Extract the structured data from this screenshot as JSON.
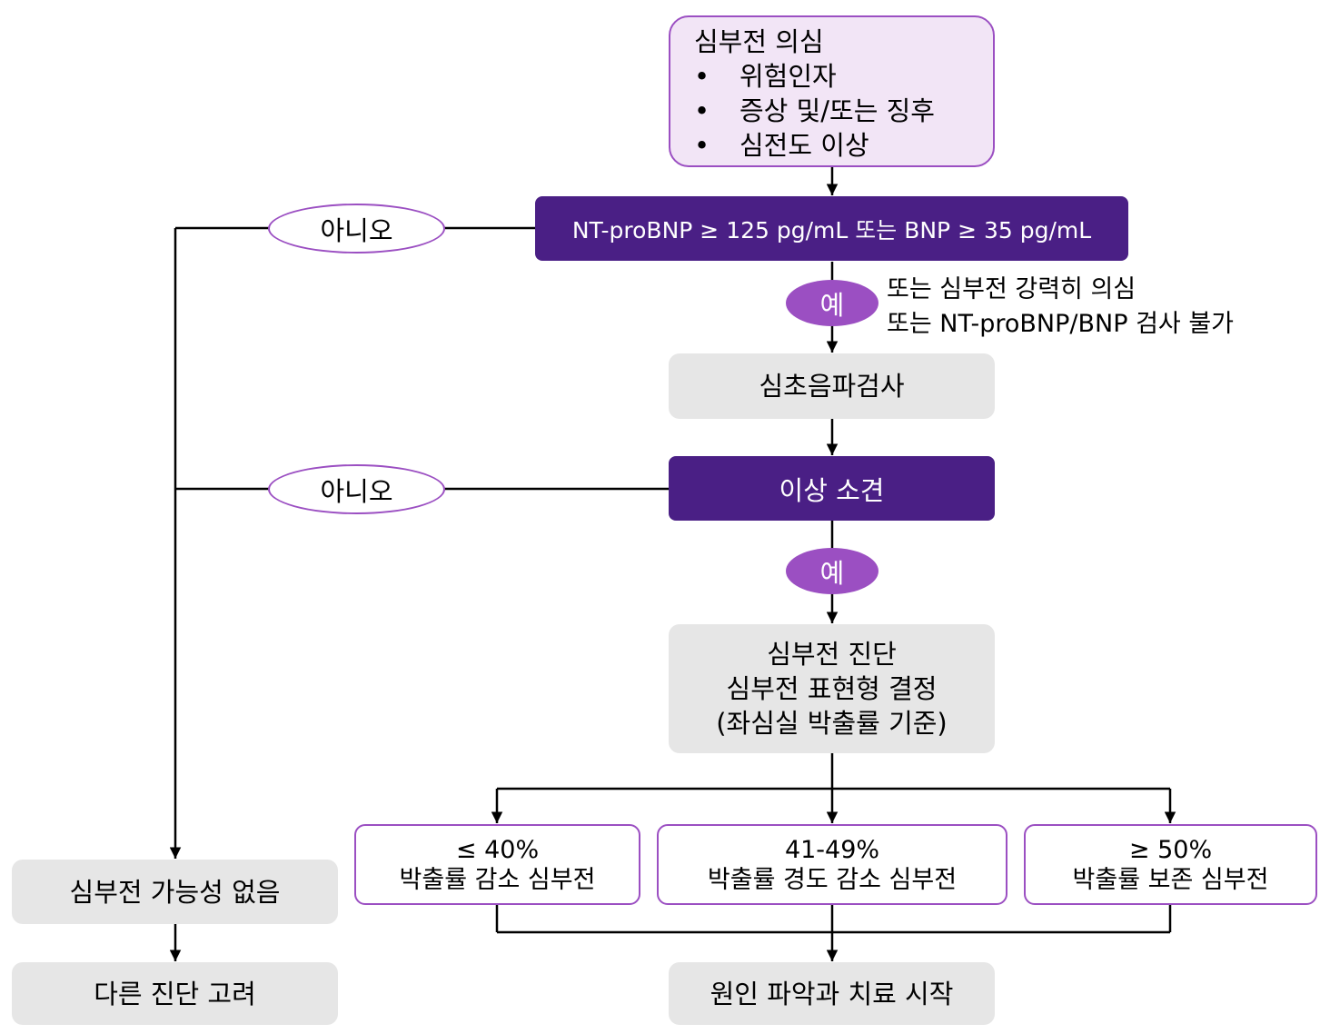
{
  "suspect": {
    "title": "심부전 의심",
    "items": [
      "위험인자",
      "증상 및/또는 징후",
      "심전도 이상"
    ]
  },
  "biomarker": "NT-proBNP ≥ 125 pg/mL 또는 BNP ≥ 35 pg/mL",
  "no_label_1": "아니오",
  "no_label_2": "아니오",
  "yes_label_1": "예",
  "yes_label_2": "예",
  "alt_note": [
    "또는 심부전 강력히 의심",
    "또는 NT-proBNP/BNP 검사 불가"
  ],
  "echo": "심초음파검사",
  "abnormal": "이상 소견",
  "diagnosis": [
    "심부전 진단",
    "심부전 표현형 결정",
    "(좌심실 박출률 기준)"
  ],
  "phenotypes": [
    {
      "range": "≤ 40%",
      "name": "박출률 감소 심부전"
    },
    {
      "range": "41-49%",
      "name": "박출률 경도 감소 심부전"
    },
    {
      "range": "≥ 50%",
      "name": "박출률 보존 심부전"
    }
  ],
  "unlikely": "심부전 가능성 없음",
  "other_dx": "다른 진단 고려",
  "treatment": "원인 파악과 치료 시작",
  "colors": {
    "dark_purple": "#4a1f85",
    "accent_purple": "#9b4fc2",
    "light_purple": "#f2e5f6",
    "gray": "#e6e6e6"
  }
}
